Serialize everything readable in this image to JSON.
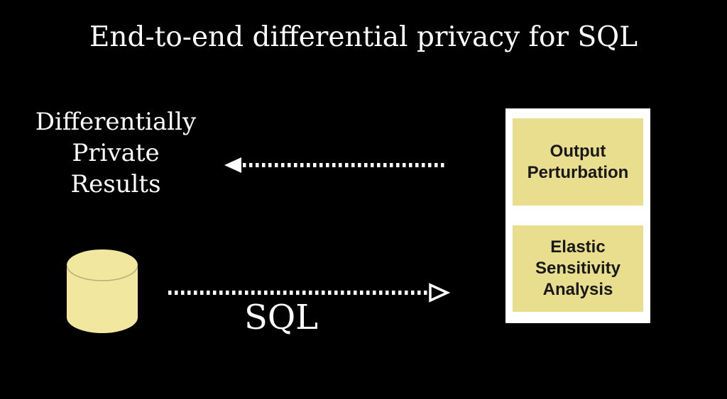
{
  "title": "End-to-end differential privacy for SQL",
  "left_label": {
    "lines": [
      "Differentially",
      "Private",
      "Results"
    ]
  },
  "sql_label": "SQL",
  "right_panel": {
    "boxes": [
      {
        "lines": [
          "Output",
          "Perturbation"
        ]
      },
      {
        "lines": [
          "Elastic",
          "Sensitivity",
          "Analysis"
        ]
      }
    ]
  },
  "icons": {
    "database": "database-cylinder-icon"
  },
  "colors": {
    "background": "#000000",
    "title_text": "#ffffff",
    "arrow": "#ffffff",
    "panel_background": "#ffffff",
    "box_fill": "#e9de8e",
    "box_text": "#181818",
    "database_fill": "#f1e79e"
  }
}
